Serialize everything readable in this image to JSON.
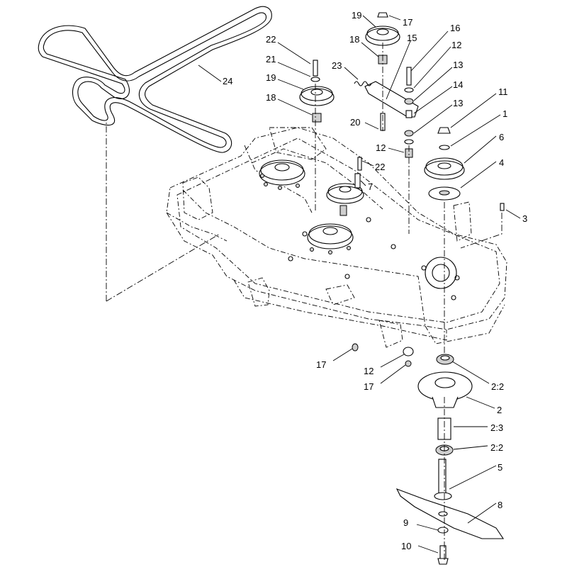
{
  "callouts": [
    {
      "id": "c19a",
      "text": "19"
    },
    {
      "id": "c17a",
      "text": "17"
    },
    {
      "id": "c22a",
      "text": "22"
    },
    {
      "id": "c18a",
      "text": "18"
    },
    {
      "id": "c15",
      "text": "15"
    },
    {
      "id": "c16",
      "text": "16"
    },
    {
      "id": "c21",
      "text": "21"
    },
    {
      "id": "c12a",
      "text": "12"
    },
    {
      "id": "c24",
      "text": "24"
    },
    {
      "id": "c23",
      "text": "23"
    },
    {
      "id": "c13a",
      "text": "13"
    },
    {
      "id": "c19b",
      "text": "19"
    },
    {
      "id": "c14",
      "text": "14"
    },
    {
      "id": "c11",
      "text": "11"
    },
    {
      "id": "c18b",
      "text": "18"
    },
    {
      "id": "c13b",
      "text": "13"
    },
    {
      "id": "c1",
      "text": "1"
    },
    {
      "id": "c20",
      "text": "20"
    },
    {
      "id": "c6",
      "text": "6"
    },
    {
      "id": "c12b",
      "text": "12"
    },
    {
      "id": "c22b",
      "text": "22"
    },
    {
      "id": "c4",
      "text": "4"
    },
    {
      "id": "c7",
      "text": "7"
    },
    {
      "id": "c3",
      "text": "3"
    },
    {
      "id": "c17b",
      "text": "17"
    },
    {
      "id": "c12c",
      "text": "12"
    },
    {
      "id": "c22c",
      "text": "2:2"
    },
    {
      "id": "c17c",
      "text": "17"
    },
    {
      "id": "c2",
      "text": "2"
    },
    {
      "id": "c23b",
      "text": "2:3"
    },
    {
      "id": "c22d",
      "text": "2:2"
    },
    {
      "id": "c5",
      "text": "5"
    },
    {
      "id": "c8",
      "text": "8"
    },
    {
      "id": "c9",
      "text": "9"
    },
    {
      "id": "c10",
      "text": "10"
    }
  ]
}
